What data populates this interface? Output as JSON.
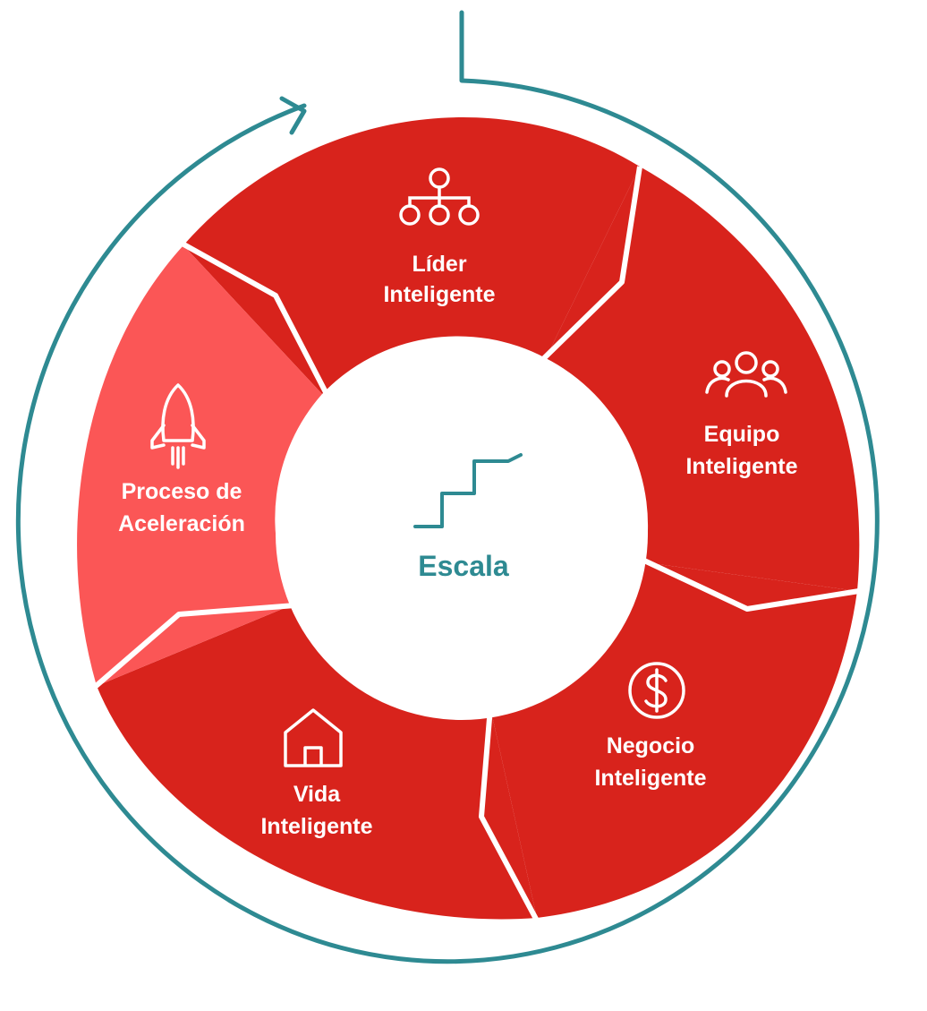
{
  "colors": {
    "teal": "#2e8a92",
    "segment_red": "#d8231c",
    "segment_light": "#fb5656",
    "divider": "#ffffff",
    "center": "#ffffff"
  },
  "center": {
    "icon": "stairs-icon",
    "label": "Escala"
  },
  "segments": [
    {
      "icon": "hierarchy-icon",
      "line1": "Líder",
      "line2": "Inteligente"
    },
    {
      "icon": "team-icon",
      "line1": "Equipo",
      "line2": "Inteligente"
    },
    {
      "icon": "dollar-icon",
      "line1": "Negocio",
      "line2": "Inteligente"
    },
    {
      "icon": "house-icon",
      "line1": "Vida",
      "line2": "Inteligente"
    },
    {
      "icon": "rocket-icon",
      "line1": "Proceso de",
      "line2": "Aceleración"
    }
  ]
}
